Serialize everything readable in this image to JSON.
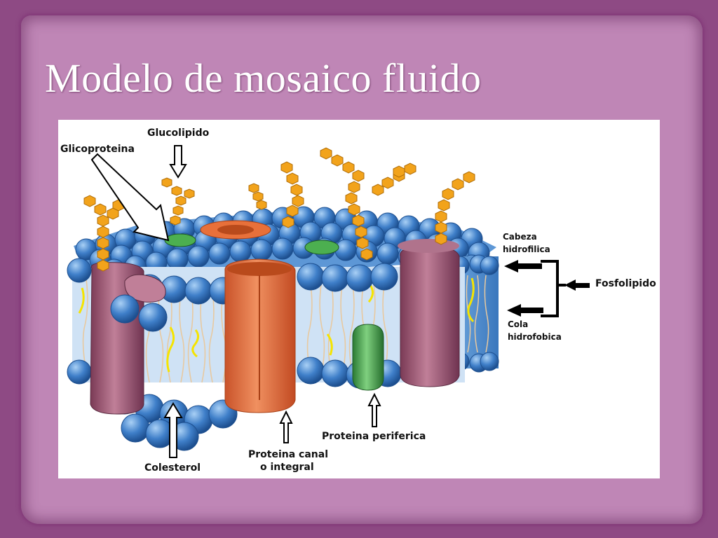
{
  "slide": {
    "title": "Modelo de mosaico fluido"
  },
  "diagram": {
    "labels": {
      "glucolipido": "Glucolipido",
      "glicoproteina": "Glicoproteina",
      "cabeza_line1": "Cabeza",
      "cabeza_line2": "hidrofilica",
      "fosfolipido": "Fosfolipido",
      "cola_line1": "Cola",
      "cola_line2": "hidrofobica",
      "proteina_periferica": "Proteina periferica",
      "proteina_canal_line1": "Proteina canal",
      "proteina_canal_line2": "o integral",
      "colesterol": "Colesterol"
    }
  },
  "colors": {
    "slide_border": "#8e4a84",
    "slide_panel": "#bf86b6",
    "phospholipid_head": "#3f7fc9",
    "lipid_tail": "#e8c9a0",
    "sugar_chain": "#f2a31b",
    "channel_protein": "#e8703a",
    "integral_protein": "#9a4f6e",
    "peripheral_protein": "#3fa34a",
    "cholesterol": "#f5e400"
  }
}
